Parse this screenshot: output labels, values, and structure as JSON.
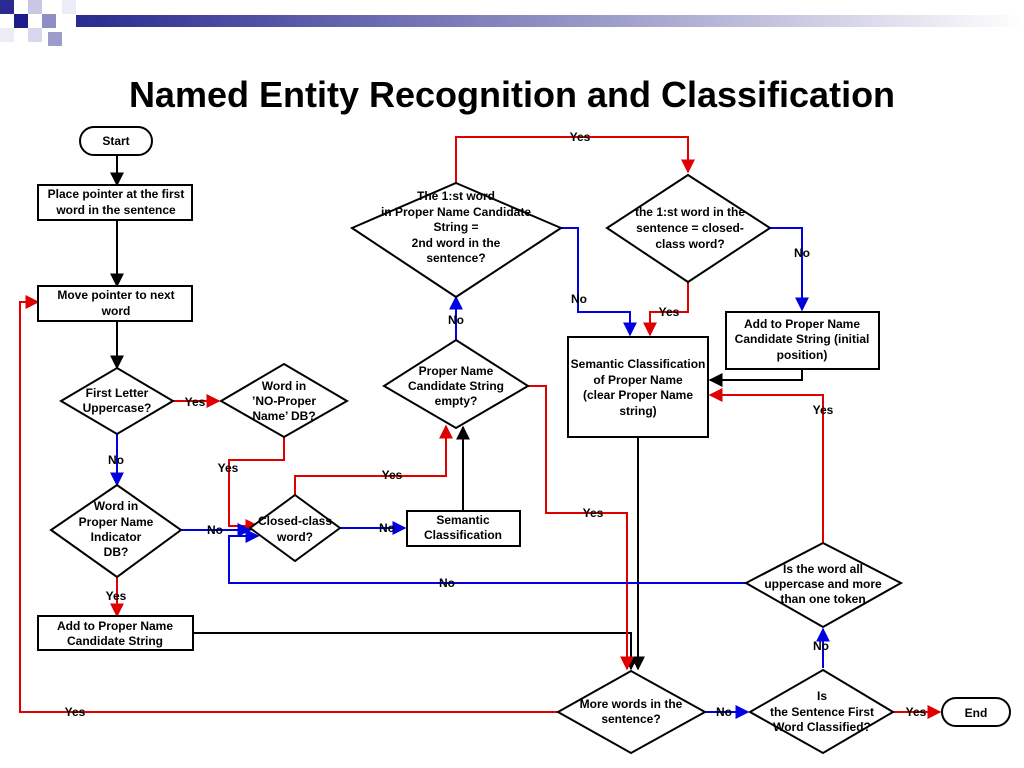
{
  "title": "Named Entity Recognition and Classification",
  "colors": {
    "yes": "#e00000",
    "no": "#0000e0",
    "default": "#000000",
    "accent": "#1c1c8c"
  },
  "nodes": {
    "start": "Start",
    "place_pointer": [
      "Place pointer at the first",
      "word in the sentence"
    ],
    "move_pointer": [
      "Move  pointer  to  next",
      "word"
    ],
    "first_letter": [
      "First Letter",
      "Uppercase?"
    ],
    "no_proper_db": [
      "Word in",
      "’NO-Proper",
      "Name’ DB?"
    ],
    "proper_indicator": [
      "Word in",
      "Proper  Name",
      "Indicator",
      "DB?"
    ],
    "add_candidate": [
      "Add  to  Proper  Name",
      "Candidate   String"
    ],
    "closed_class": [
      "Closed-class",
      "word?"
    ],
    "semantic_class": [
      "Semantic",
      "Classification"
    ],
    "candidate_empty": [
      "Proper  Name",
      "Candidate   String",
      "empty?"
    ],
    "first_word_equal": [
      "The  1:st word",
      "in  Proper  Name  Candidate",
      "String =",
      "2nd word in the",
      "sentence?"
    ],
    "first_word_closed": [
      "the 1:st word in the",
      "sentence  =  closed-",
      "class  word?"
    ],
    "add_initial": [
      "Add  to  Proper  Name",
      "Candidate String (initial",
      "position)"
    ],
    "semantic_proper": [
      "Semantic    Classification",
      "of  Proper  Name",
      "(clear  Proper  Name",
      "string)"
    ],
    "all_uppercase": [
      "Is the word all",
      "uppercase  and  more",
      "than  one  token"
    ],
    "more_words": [
      "More  words  in  the",
      "sentence?"
    ],
    "first_word_classified": [
      "Is",
      "the Sentence First",
      "Word    Classified?"
    ],
    "end": "End"
  },
  "edge_labels": {
    "yes": "Yes",
    "no": "No"
  }
}
